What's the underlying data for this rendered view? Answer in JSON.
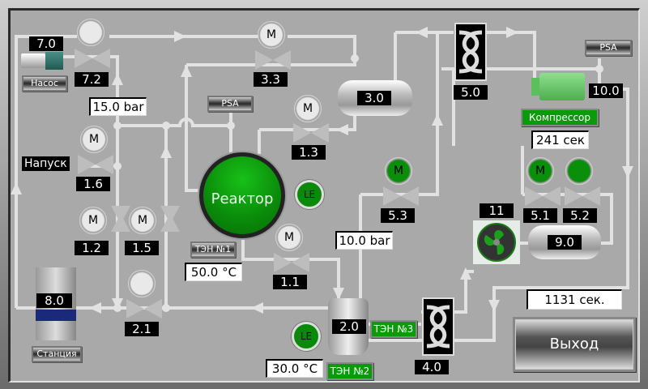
{
  "title": "Process control HMI",
  "pump": {
    "label": "Насос",
    "value": "7.0"
  },
  "station": {
    "label": "Станция",
    "value": "8.0"
  },
  "reactor": {
    "label": "Реактор",
    "level_label": "LE"
  },
  "compressor": {
    "label": "Компрессор",
    "value": "10.0",
    "timer": "241  сек",
    "status_color": "#0a9a0a"
  },
  "psa_labels": [
    "PSA",
    "PSA"
  ],
  "heaters": [
    {
      "id": "ten1",
      "label": "ТЭН №1",
      "temperature": "50.0  °C",
      "active": false
    },
    {
      "id": "ten2",
      "label": "ТЭН №2",
      "temperature": "30.0  °C",
      "active": true
    },
    {
      "id": "ten3",
      "label": "ТЭН №3",
      "active": true
    }
  ],
  "pressures": {
    "p1": "15.0 bar",
    "p2": "10.0 bar"
  },
  "start_label": "Напуск",
  "valves": {
    "v7_2": {
      "value": "7.2",
      "motor": "",
      "active": false
    },
    "v3_3": {
      "value": "3.3",
      "motor": "M",
      "active": false
    },
    "v1_3": {
      "value": "1.3",
      "motor": "M",
      "active": false
    },
    "v1_6": {
      "value": "1.6",
      "motor": "M",
      "active": false
    },
    "v1_2": {
      "value": "1.2",
      "motor": "M",
      "active": false
    },
    "v1_5": {
      "value": "1.5",
      "motor": "M",
      "active": false
    },
    "v1_1": {
      "value": "1.1",
      "motor": "M",
      "active": false
    },
    "v2_1": {
      "value": "2.1",
      "motor": "",
      "active": false
    },
    "v5_3": {
      "value": "5.3",
      "motor": "M",
      "active": true
    },
    "v5_1": {
      "value": "5.1",
      "motor": "M",
      "active": true
    },
    "v5_2": {
      "value": "5.2",
      "motor": "",
      "active": true
    }
  },
  "tanks": {
    "t3_0": "3.0",
    "t2_0": "2.0",
    "t9_0": "9.0"
  },
  "heat_exchangers": {
    "hx5_0": "5.0",
    "hx4_0": "4.0"
  },
  "fan": {
    "value": "11"
  },
  "level_sensor_2": "LE",
  "timer": "1131 сек.",
  "exit_button": "Выход",
  "colors": {
    "background": "#a9a9a9",
    "pipe": "#e0e0e0",
    "active": "#0a8a0a"
  }
}
